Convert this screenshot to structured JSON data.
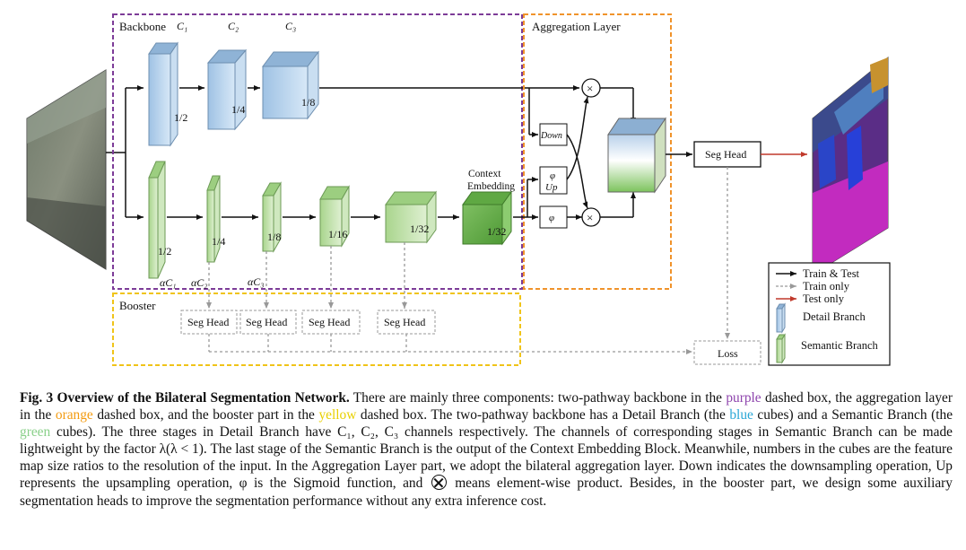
{
  "diagram": {
    "boxes": {
      "backbone": "Backbone",
      "aggregation": "Aggregation Layer",
      "booster": "Booster"
    },
    "channel_labels": {
      "c1": "C₁",
      "c2": "C₂",
      "c3": "C₃"
    },
    "scaled_channel_labels": {
      "ac1": "αC₁",
      "ac2": "αC₂",
      "ac3": "αC₃"
    },
    "detail_cubes": [
      "1/2",
      "1/4",
      "1/8"
    ],
    "semantic_cubes": [
      "1/2",
      "1/4",
      "1/8",
      "1/16",
      "1/32"
    ],
    "context_embedding": {
      "line1": "Context",
      "line2": "Embedding",
      "ratio": "1/32"
    },
    "ops": {
      "down": "Down",
      "phi_up_1": "φ",
      "phi_up_2": "Up",
      "phi": "φ",
      "times": "×"
    },
    "seg_head_main": "Seg Head",
    "booster_heads": [
      "Seg Head",
      "Seg Head",
      "Seg Head",
      "Seg Head"
    ],
    "loss": "Loss",
    "legend": {
      "train_test": "Train & Test",
      "train_only": "Train only",
      "test_only": "Test only",
      "detail_branch": "Detail Branch",
      "semantic_branch": "Semantic Branch"
    },
    "colors": {
      "purple": "#7d3c98",
      "orange": "#f0932b",
      "yellow": "#f0c419",
      "blue_cube": "#b8d4ec",
      "green_cube": "#b7dc9e",
      "red_arrow": "#c0392b"
    }
  },
  "caption": {
    "fig_label": "Fig. 3",
    "fig_title": "Overview of the Bilateral Segmentation Network.",
    "s1": "There are mainly three components: two-pathway backbone in the",
    "w_purple": "purple",
    "s2": "dashed box, the aggregation layer in the",
    "w_orange": "orange",
    "s3": "dashed box, and the booster part in the",
    "w_yellow": "yellow",
    "s4": "dashed box. The two-pathway backbone has a Detail Branch (the",
    "w_blue": "blue",
    "s5": "cubes) and a Semantic Branch (the",
    "w_green": "green",
    "s6": "cubes). The three stages in Detail Branch have C₁, C₂, C₃ channels respectively. The channels of corresponding stages in Semantic Branch can be made lightweight by the factor λ(λ < 1). The last stage of the Semantic Branch is the output of the Context Embedding Block. Meanwhile, numbers in the cubes are the feature map size ratios to the resolution of the input. In the Aggregation Layer part, we adopt the bilateral aggregation layer. Down indicates the downsampling operation, Up represents the upsampling operation, φ is the Sigmoid function, and",
    "s7": "means element-wise product. Besides, in the booster part, we design some auxiliary segmentation heads to improve the segmentation performance without any extra inference cost."
  }
}
